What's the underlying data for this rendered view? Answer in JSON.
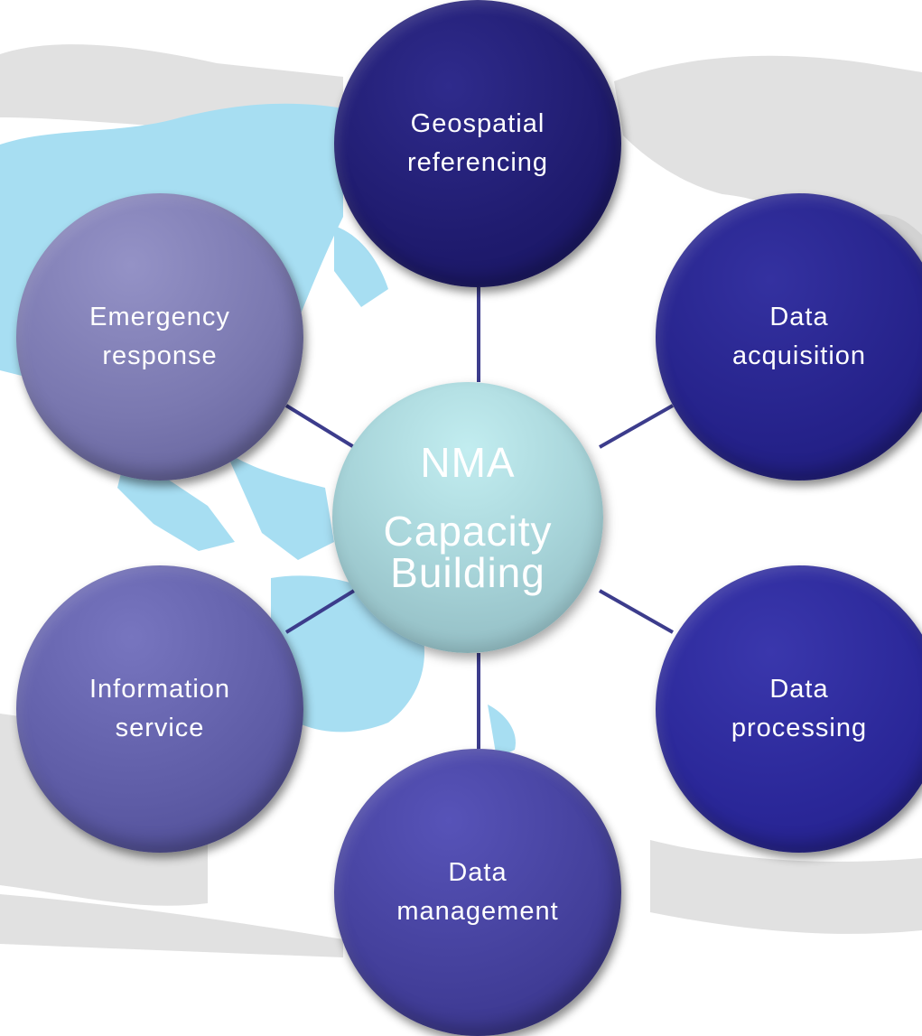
{
  "center": {
    "lines": [
      "NMA",
      "Capacity",
      "Building"
    ]
  },
  "nodes": [
    {
      "id": "geospatial-referencing",
      "lines": [
        "Geospatial",
        "referencing"
      ]
    },
    {
      "id": "data-acquisition",
      "lines": [
        "Data",
        "acquisition"
      ]
    },
    {
      "id": "data-processing",
      "lines": [
        "Data",
        "processing"
      ]
    },
    {
      "id": "data-management",
      "lines": [
        "Data",
        "management"
      ]
    },
    {
      "id": "information-service",
      "lines": [
        "Information",
        "service"
      ]
    },
    {
      "id": "emergency-response",
      "lines": [
        "Emergency",
        "response"
      ]
    }
  ],
  "colors": {
    "background_land": "#e1e1e1",
    "background_highlight": "#a7def2",
    "connector": "#3c3c8c",
    "center_fill": "#a7d4d9"
  }
}
